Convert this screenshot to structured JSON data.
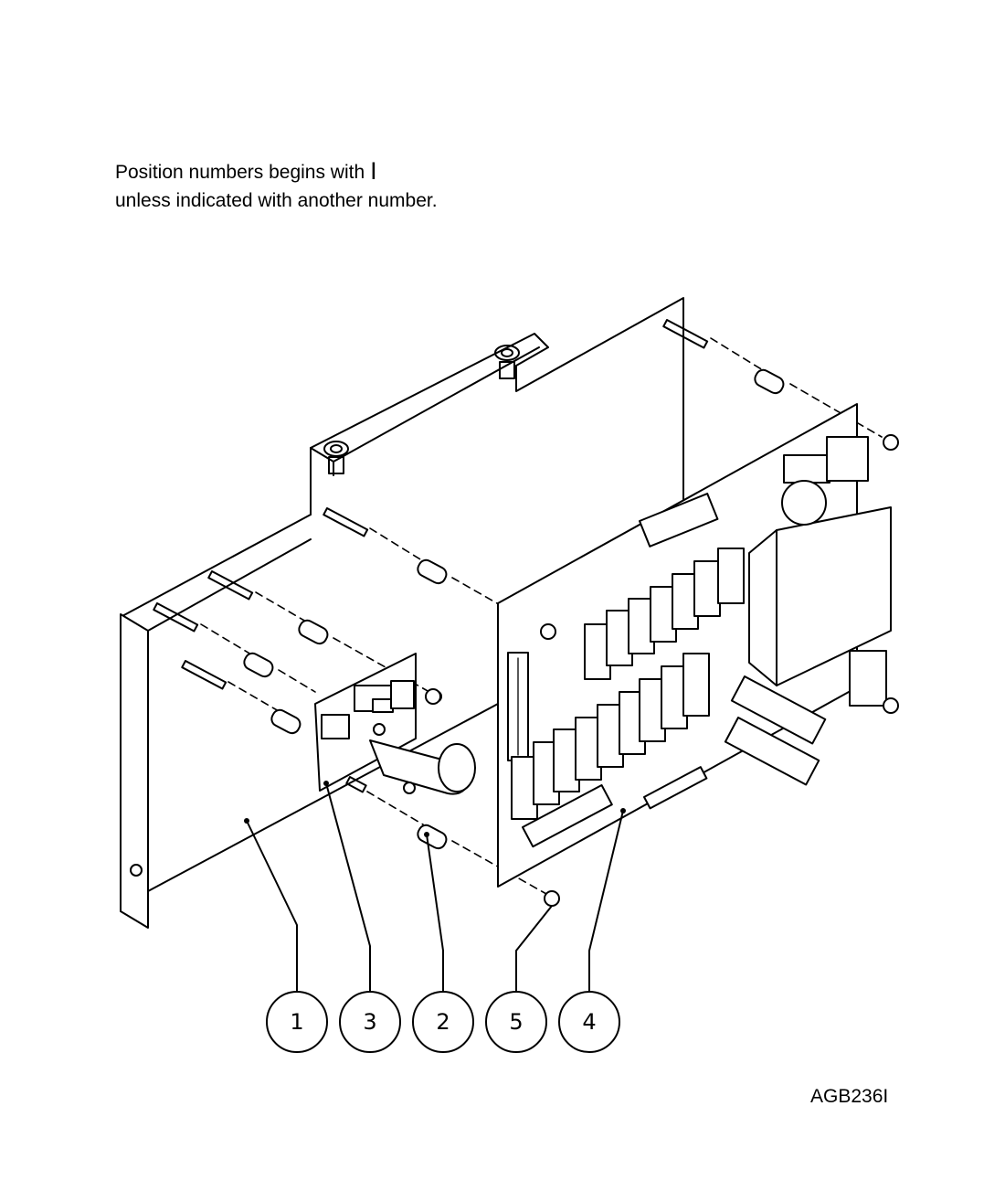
{
  "note": {
    "line1": "Position numbers begins with",
    "line1_letter": "I",
    "line2": "unless indicated with another number."
  },
  "balloons": [
    {
      "number": "1",
      "part": "housing-plate"
    },
    {
      "number": "3",
      "part": "small-circuit-board"
    },
    {
      "number": "2",
      "part": "spacer"
    },
    {
      "number": "5",
      "part": "nut"
    },
    {
      "number": "4",
      "part": "main-circuit-board"
    }
  ],
  "drawing_code": "AGB236I"
}
